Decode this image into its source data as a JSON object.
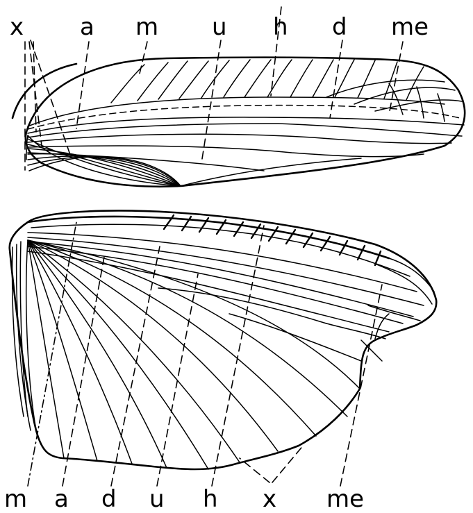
{
  "labels": {
    "top": [
      "x",
      "a",
      "m",
      "u",
      "h",
      "d",
      "me"
    ],
    "bottom": [
      "m",
      "a",
      "d",
      "u",
      "h",
      "x",
      "me"
    ]
  }
}
